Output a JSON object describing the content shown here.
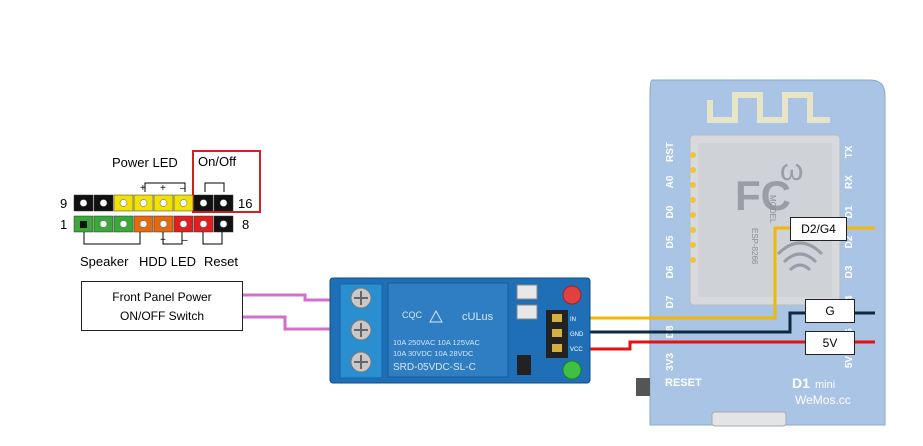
{
  "header_pins": {
    "pin9": "9",
    "pin1": "1",
    "pin16": "16",
    "pin8": "8",
    "power_led_label": "Power LED",
    "on_off_label": "On/Off",
    "speaker_label": "Speaker",
    "hdd_led_label": "HDD LED",
    "reset_label": "Reset",
    "plus": "+",
    "minus": "–"
  },
  "switch_box": {
    "line1": "Front Panel Power",
    "line2": "ON/OFF Switch"
  },
  "relay": {
    "spec_line1": "10A 250VAC   10A 125VAC",
    "spec_line2": "10A 30VDC   10A 28VDC",
    "model": "SRD-05VDC-SL-C",
    "pin_in": "IN",
    "pin_gnd": "GND",
    "pin_vcc": "VCC"
  },
  "board": {
    "left_pins": [
      "RST",
      "A0",
      "D0",
      "D5",
      "D6",
      "D7",
      "D8",
      "3V3"
    ],
    "right_pins": [
      "TX",
      "RX",
      "D1",
      "D2",
      "D3",
      "D4",
      "G",
      "5V"
    ],
    "module_model": "MODEL",
    "module_name": "ESP-8266",
    "module_fc": "FC",
    "reset_label": "RESET",
    "brand_d1": "D1",
    "brand_mini": "mini",
    "brand_wemos": "WeMos.cc"
  },
  "wire_labels": {
    "d2": "D2/G4",
    "g": "G",
    "v5": "5V"
  },
  "colors": {
    "signal": "#f5b800",
    "ground": "#0d2a40",
    "power": "#e81010",
    "switch_wire": "#d070c8",
    "board": "#a9c4e4",
    "relay": "#1e6fb5",
    "highlight": "#d42020"
  }
}
